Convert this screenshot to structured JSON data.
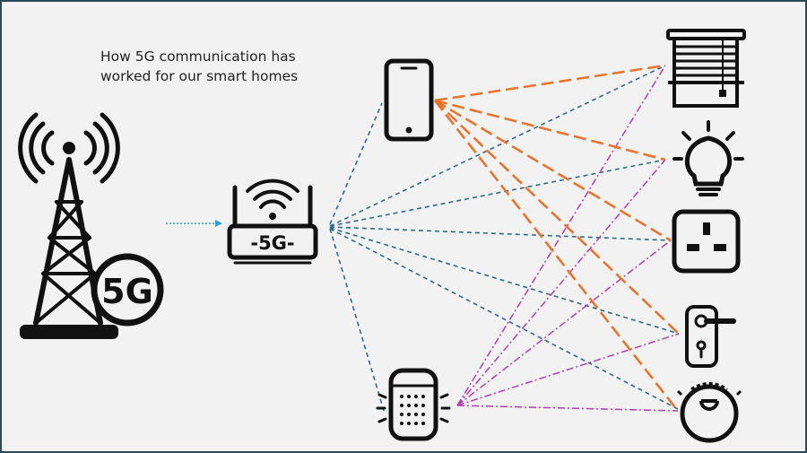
{
  "caption": {
    "line1": "How 5G communication has",
    "line2": "worked for our smart homes"
  },
  "tower": {
    "badge_text": "5G"
  },
  "router": {
    "label_text": "-5G-"
  },
  "colors": {
    "frame": "#2a4a5a",
    "background": "#f2f2f2",
    "icon_ink": "#111111",
    "router_links": "#2e6b8a",
    "phone_links": "#e8742e",
    "speaker_links": "#b43cb4",
    "tower_uplink": "#2a9fd8"
  },
  "icons": {
    "tower": "cell-tower-5g-icon",
    "router": "wifi-router-5g-icon",
    "phone": "smartphone-icon",
    "speaker": "smart-speaker-icon",
    "blinds": "window-blinds-icon",
    "bulb": "light-bulb-icon",
    "socket": "power-socket-icon",
    "lock": "door-lock-icon",
    "vacuum": "robot-vacuum-icon"
  }
}
